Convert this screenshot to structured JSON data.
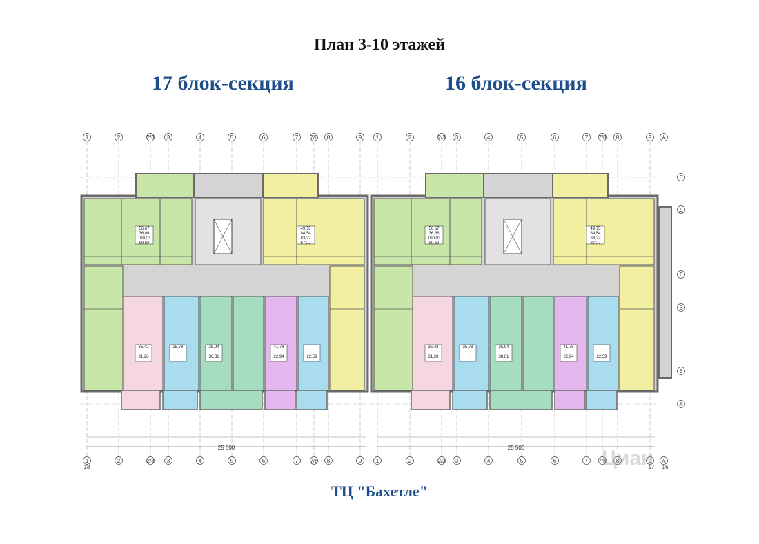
{
  "title": "План 3-10 этажей",
  "sections": [
    {
      "name": "17  блок-секция",
      "id": "17"
    },
    {
      "name": "16  блок-секция",
      "id": "16"
    }
  ],
  "footer": "ТЦ \"Бахетле\"",
  "axis_labels_top": [
    "1",
    "2",
    "2/3",
    "3",
    "4",
    "5",
    "6",
    "7",
    "7/8",
    "8",
    "9"
  ],
  "axis_labels_right": [
    "Е",
    "Д",
    "Г",
    "В",
    "Б",
    "А"
  ],
  "section_numbers": [
    "18",
    "17",
    "16"
  ],
  "overall_dimension": "25 500",
  "colors": {
    "green": "#c8e6a8",
    "yellow": "#f2f0a0",
    "pink": "#f6d6e2",
    "blue": "#a9dcef",
    "purple": "#e4b8ee",
    "teal": "#a6dcc0",
    "corridor": "#d4d4d4",
    "wall": "#6a6a6a",
    "title_blue": "#1f4e8c"
  },
  "apartment_areas": [
    "56,67",
    "36,86",
    "100,03",
    "99,62",
    "49,75",
    "84,54",
    "83,22",
    "87,27",
    "35,42",
    "25,78",
    "31,28",
    "35,94",
    "38,81",
    "41,78",
    "22,94",
    "22,59"
  ]
}
